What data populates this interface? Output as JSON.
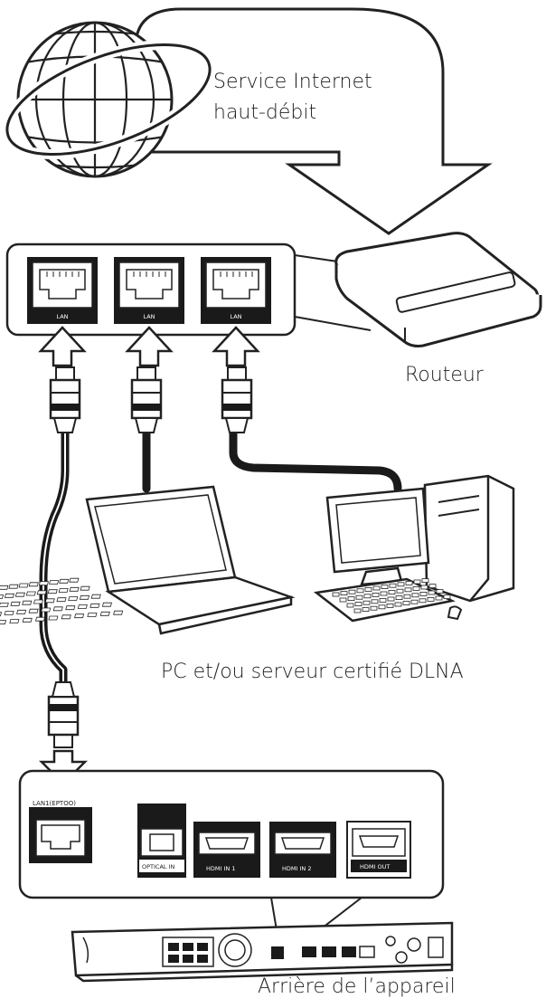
{
  "labels": {
    "internet_line1": "Service Internet",
    "internet_line2": "haut-débit",
    "router": "Routeur",
    "pc": "PC et/ou serveur certifié DLNA",
    "rear": "Arrière de l’appareil"
  },
  "router_ports": [
    "LAN",
    "LAN",
    "LAN"
  ],
  "device_ports": {
    "lan": "LAN1(EPTOO)",
    "optical": "OPTICAL IN",
    "hdmi_in_1": "HDMI IN 1",
    "hdmi_in_2": "HDMI IN 2",
    "hdmi_out": "HDMI OUT"
  },
  "colors": {
    "line": "#222222",
    "fill": "#ffffff",
    "port_dark": "#1a1a1a"
  }
}
